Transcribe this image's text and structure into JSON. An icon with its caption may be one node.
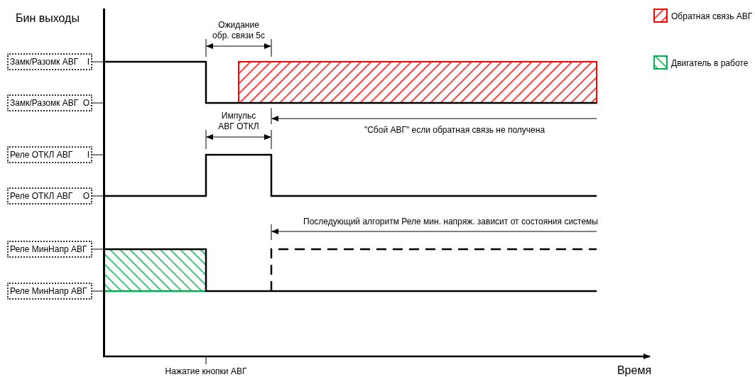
{
  "diagram": {
    "nodes": [
      {
        "text": [
          "Замк/Разомк АВГ",
          "I"
        ]
      },
      {
        "text": [
          "Замк/Разомк АВГ",
          "O"
        ]
      },
      {
        "text": [
          "Реле ОТКЛ АВГ",
          "I"
        ]
      },
      {
        "text": [
          "Реле ОТКЛ АВГ",
          "O"
        ]
      },
      {
        "text": [
          "Реле МинНапр АВГ"
        ]
      },
      {
        "text": [
          "Реле МинНапр АВГ"
        ]
      },
      {
        "text": [],
        "shape": "bar"
      }
    ],
    "edges": [
      {
        "from": 0,
        "to": 6,
        "arrow": "none"
      },
      {
        "from": 1,
        "to": 6,
        "arrow": "none"
      },
      {
        "from": 2,
        "to": 6,
        "arrow": "none"
      },
      {
        "from": 3,
        "to": 6,
        "arrow": "none"
      },
      {
        "from": 4,
        "to": 6,
        "arrow": "none"
      },
      {
        "from": 5,
        "to": 6,
        "arrow": "none"
      }
    ],
    "labels": [
      "Бин выходы",
      "Ожидание обр. связи 5с",
      "Импульс АВГ ОТКЛ",
      "\"Сбой АВГ\" если обратная связь не получена",
      "Последующий алгоритм Реле мин. напряж. зависит от состояния системы",
      "Нажатие кнопки АВГ",
      "Время"
    ],
    "legend": [
      {
        "text": "Обратная связь АВГ",
        "color": "#ff0000"
      },
      {
        "text": "Двигатель в работе",
        "color": "#00b050"
      }
    ]
  }
}
